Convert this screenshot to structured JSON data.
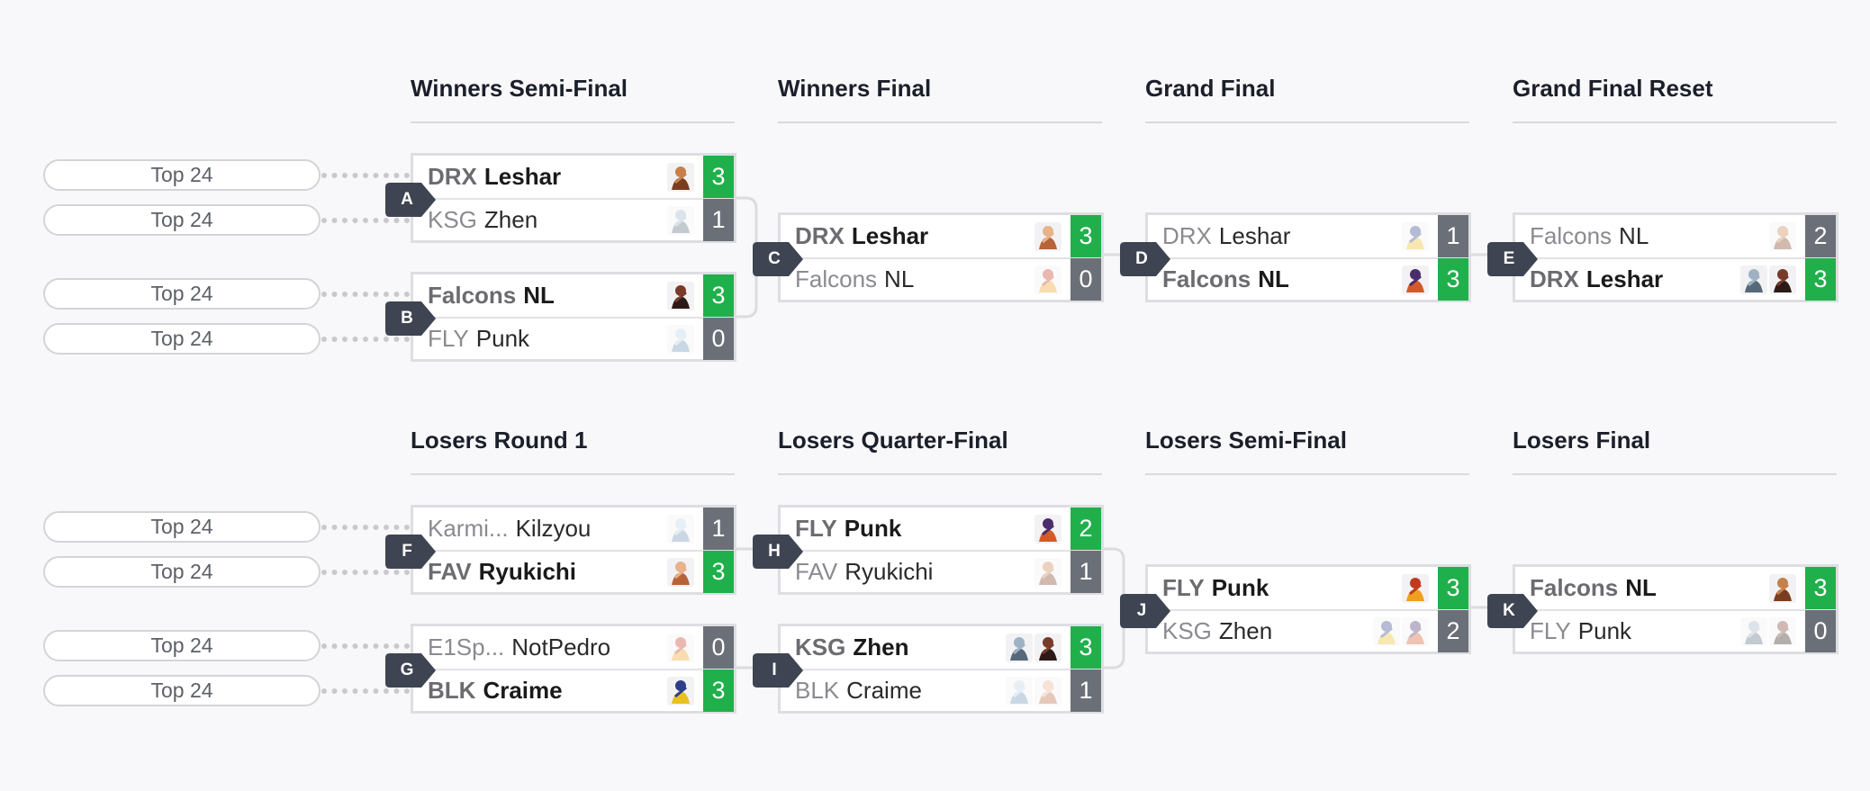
{
  "headers": {
    "winners_semi": "Winners Semi-Final",
    "winners_final": "Winners Final",
    "grand_final": "Grand Final",
    "grand_final_reset": "Grand Final Reset",
    "losers_r1": "Losers Round 1",
    "losers_qf": "Losers Quarter-Final",
    "losers_sf": "Losers Semi-Final",
    "losers_final": "Losers Final"
  },
  "seed_label": "Top 24",
  "colors": {
    "win_score": "#20b04b",
    "lose_score": "#6b7078",
    "badge": "#3e4451"
  },
  "matches": {
    "A": {
      "label": "A",
      "p1": {
        "tag": "DRX",
        "name": "Leshar",
        "score": "3",
        "winner": true,
        "icons": [
          "character-icon"
        ]
      },
      "p2": {
        "tag": "KSG",
        "name": "Zhen",
        "score": "1",
        "winner": false,
        "icons": [
          "character-icon"
        ]
      }
    },
    "B": {
      "label": "B",
      "p1": {
        "tag": "Falcons",
        "name": "NL",
        "score": "3",
        "winner": true,
        "icons": [
          "character-icon"
        ]
      },
      "p2": {
        "tag": "FLY",
        "name": "Punk",
        "score": "0",
        "winner": false,
        "icons": [
          "character-icon"
        ]
      }
    },
    "C": {
      "label": "C",
      "p1": {
        "tag": "DRX",
        "name": "Leshar",
        "score": "3",
        "winner": true,
        "icons": [
          "character-icon"
        ]
      },
      "p2": {
        "tag": "Falcons",
        "name": "NL",
        "score": "0",
        "winner": false,
        "icons": [
          "character-icon"
        ]
      }
    },
    "D": {
      "label": "D",
      "p1": {
        "tag": "DRX",
        "name": "Leshar",
        "score": "1",
        "winner": false,
        "icons": [
          "character-icon"
        ]
      },
      "p2": {
        "tag": "Falcons",
        "name": "NL",
        "score": "3",
        "winner": true,
        "icons": [
          "character-icon"
        ]
      }
    },
    "E": {
      "label": "E",
      "p1": {
        "tag": "Falcons",
        "name": "NL",
        "score": "2",
        "winner": false,
        "icons": [
          "character-icon"
        ]
      },
      "p2": {
        "tag": "DRX",
        "name": "Leshar",
        "score": "3",
        "winner": true,
        "icons": [
          "character-icon",
          "character-icon"
        ]
      }
    },
    "F": {
      "label": "F",
      "p1": {
        "tag": "Karmi...",
        "name": "Kilzyou",
        "score": "1",
        "winner": false,
        "icons": [
          "character-icon"
        ]
      },
      "p2": {
        "tag": "FAV",
        "name": "Ryukichi",
        "score": "3",
        "winner": true,
        "icons": [
          "character-icon"
        ]
      }
    },
    "G": {
      "label": "G",
      "p1": {
        "tag": "E1Sp...",
        "name": "NotPedro",
        "score": "0",
        "winner": false,
        "icons": [
          "character-icon"
        ]
      },
      "p2": {
        "tag": "BLK",
        "name": "Craime",
        "score": "3",
        "winner": true,
        "icons": [
          "character-icon"
        ]
      }
    },
    "H": {
      "label": "H",
      "p1": {
        "tag": "FLY",
        "name": "Punk",
        "score": "2",
        "winner": true,
        "icons": [
          "character-icon"
        ]
      },
      "p2": {
        "tag": "FAV",
        "name": "Ryukichi",
        "score": "1",
        "winner": false,
        "icons": [
          "character-icon"
        ]
      }
    },
    "I": {
      "label": "I",
      "p1": {
        "tag": "KSG",
        "name": "Zhen",
        "score": "3",
        "winner": true,
        "icons": [
          "character-icon",
          "character-icon"
        ]
      },
      "p2": {
        "tag": "BLK",
        "name": "Craime",
        "score": "1",
        "winner": false,
        "icons": [
          "character-icon",
          "character-icon"
        ]
      }
    },
    "J": {
      "label": "J",
      "p1": {
        "tag": "FLY",
        "name": "Punk",
        "score": "3",
        "winner": true,
        "icons": [
          "character-icon"
        ]
      },
      "p2": {
        "tag": "KSG",
        "name": "Zhen",
        "score": "2",
        "winner": false,
        "icons": [
          "character-icon",
          "character-icon"
        ]
      }
    },
    "K": {
      "label": "K",
      "p1": {
        "tag": "Falcons",
        "name": "NL",
        "score": "3",
        "winner": true,
        "icons": [
          "character-icon"
        ]
      },
      "p2": {
        "tag": "FLY",
        "name": "Punk",
        "score": "0",
        "winner": false,
        "icons": [
          "character-icon",
          "character-icon"
        ]
      }
    }
  }
}
